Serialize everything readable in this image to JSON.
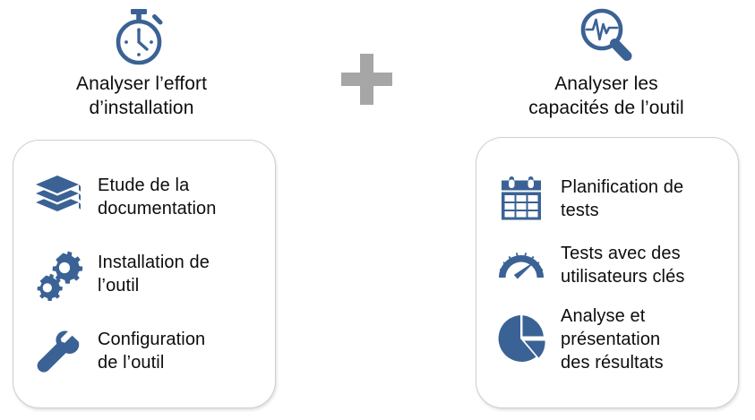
{
  "diagram": {
    "background_color": "#ffffff",
    "accent_color": "#3a6295",
    "plus_color": "#a6a6a6",
    "text_color": "#0d0d0d",
    "card_border_color": "#cfcfcf"
  },
  "operator": {
    "symbol": "+",
    "name": "plus-operator"
  },
  "columns": [
    {
      "icon": "stopwatch-icon",
      "title": "Analyser l’effort\nd’installation",
      "items": [
        {
          "icon": "books-stack-icon",
          "label": "Etude de la\ndocumentation"
        },
        {
          "icon": "gears-icon",
          "label": "Installation de\nl’outil"
        },
        {
          "icon": "wrench-icon",
          "label": "Configuration\nde l’outil"
        }
      ]
    },
    {
      "icon": "magnifier-pulse-icon",
      "title": "Analyser les\ncapacités de l’outil",
      "items": [
        {
          "icon": "calendar-icon",
          "label": "Planification de\ntests"
        },
        {
          "icon": "gauge-icon",
          "label": "Tests avec des\nutilisateurs clés"
        },
        {
          "icon": "pie-chart-icon",
          "label": "Analyse et\nprésentation\ndes résultats"
        }
      ]
    }
  ]
}
